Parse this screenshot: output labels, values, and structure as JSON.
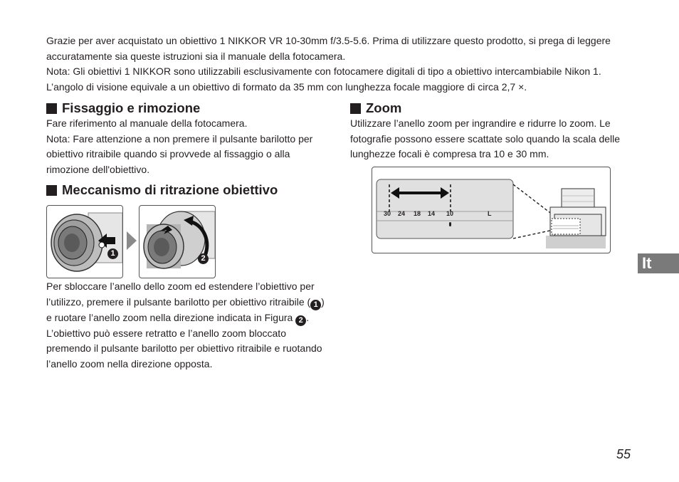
{
  "intro": {
    "p1": "Grazie per aver acquistato un obiettivo 1 NIKKOR VR 10-30mm f/3.5-5.6. Prima di utilizzare questo prodotto, si prega di leggere accuratamente sia queste istruzioni sia il manuale della fotocamera.",
    "p2": "Nota: Gli obiettivi 1 NIKKOR sono utilizzabili esclusivamente con fotocamere digitali di tipo a obiettivo intercambiabile Nikon 1. L’angolo di visione equivale a un obiettivo di formato da 35 mm con lunghezza focale maggiore di circa 2,7 ×."
  },
  "section_mount": {
    "heading": "Fissaggio e rimozione",
    "line1": "Fare riferimento al manuale della fotocamera.",
    "line2": "Nota: Fare attenzione a non premere il pulsante barilotto per obiettivo ritraibile quando si provvede al fissaggio o alla rimozione dell'obiettivo."
  },
  "section_retract": {
    "heading": "Meccanismo di ritrazione obiettivo",
    "fig_label_1": "1",
    "fig_label_2": "2",
    "text_a": "Per sbloccare l’anello dello zoom ed estendere l’obiettivo per l’utilizzo, premere il pulsante barilotto per obiettivo ritraibile (",
    "text_b": ") e ruotare l’anello zoom nella direzione indicata in Figura ",
    "text_c": ". L’obiettivo può essere retratto e l’anello zoom bloccato premendo il pulsante barilotto per obiettivo ritraibile e ruotando l’anello zoom nella direzione opposta."
  },
  "section_zoom": {
    "heading": "Zoom",
    "text": "Utilizzare l’anello zoom per ingrandire e ridurre lo zoom. Le fotografie possono essere scattate solo quando la scala delle lunghezze focali è compresa tra 10 e 30 mm.",
    "scale": [
      "30",
      "24",
      "18",
      "14",
      "10",
      "L"
    ]
  },
  "lang_tab": "It",
  "page_number": "55"
}
